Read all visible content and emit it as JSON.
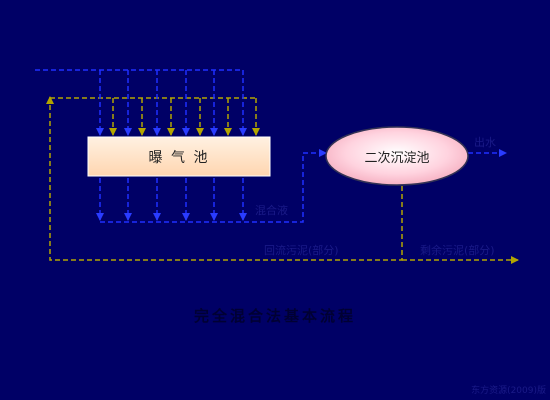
{
  "diagram": {
    "aeration_tank": "曝 气 池",
    "secondary_clarifier": "二次沉淀池",
    "effluent_label": "出水",
    "mixed_liquor_label": "混合液",
    "return_sludge_label": "回流污泥(部分)",
    "excess_sludge_label": "剩余污泥(部分)",
    "title": "完全混合法基本流程",
    "footer": "东方资源(2009)版"
  },
  "colors": {
    "background": "#000066",
    "water_line": "#1f2fff",
    "sludge_line": "#b3a500",
    "aeration_tank_fill": "#ffe2c6",
    "clarifier_fill": "#ffc8d6"
  }
}
